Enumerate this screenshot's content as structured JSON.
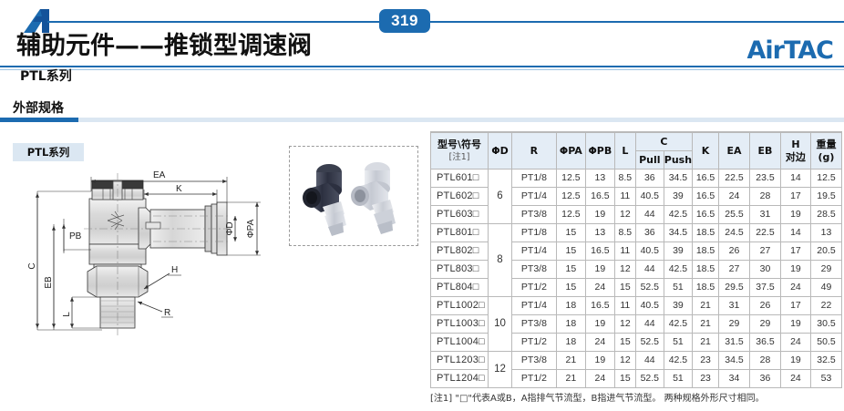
{
  "header": {
    "page_number": "319",
    "title": "辅助元件——推锁型调速阀",
    "subtitle": "PTL系列",
    "brand": "AirTAC",
    "logo_icon": "airtac-a-logo-icon"
  },
  "section": {
    "title": "外部规格",
    "series_tag": "PTL系列"
  },
  "drawing": {
    "labels": {
      "ea": "EA",
      "k": "K",
      "pb": "PB",
      "c": "C",
      "eb": "EB",
      "l": "L",
      "h": "H",
      "r": "R",
      "phi_d": "ΦD",
      "phi_pa": "ΦPA"
    }
  },
  "photo": {
    "alt": "product-photo-two-valves"
  },
  "table": {
    "headers": {
      "model": "型号\\符号",
      "model_note": "[注1]",
      "phi_d": "ΦD",
      "r": "R",
      "phi_pa": "ΦPA",
      "phi_pb": "ΦPB",
      "l": "L",
      "c": "C",
      "c_pull": "Pull",
      "c_push": "Push",
      "k": "K",
      "ea": "EA",
      "eb": "EB",
      "h": "H",
      "h_sub": "对边",
      "weight": "重量",
      "weight_unit": "(g)"
    },
    "groups": [
      {
        "phi_d": "6",
        "rows": [
          {
            "model": "PTL601□",
            "r": "PT1/8",
            "phi_pa": "12.5",
            "phi_pb": "13",
            "l": "8.5",
            "pull": "36",
            "push": "34.5",
            "k": "16.5",
            "ea": "22.5",
            "eb": "23.5",
            "h": "14",
            "weight": "12.5"
          },
          {
            "model": "PTL602□",
            "r": "PT1/4",
            "phi_pa": "12.5",
            "phi_pb": "16.5",
            "l": "11",
            "pull": "40.5",
            "push": "39",
            "k": "16.5",
            "ea": "24",
            "eb": "28",
            "h": "17",
            "weight": "19.5"
          },
          {
            "model": "PTL603□",
            "r": "PT3/8",
            "phi_pa": "12.5",
            "phi_pb": "19",
            "l": "12",
            "pull": "44",
            "push": "42.5",
            "k": "16.5",
            "ea": "25.5",
            "eb": "31",
            "h": "19",
            "weight": "28.5"
          }
        ]
      },
      {
        "phi_d": "8",
        "rows": [
          {
            "model": "PTL801□",
            "r": "PT1/8",
            "phi_pa": "15",
            "phi_pb": "13",
            "l": "8.5",
            "pull": "36",
            "push": "34.5",
            "k": "18.5",
            "ea": "24.5",
            "eb": "22.5",
            "h": "14",
            "weight": "13"
          },
          {
            "model": "PTL802□",
            "r": "PT1/4",
            "phi_pa": "15",
            "phi_pb": "16.5",
            "l": "11",
            "pull": "40.5",
            "push": "39",
            "k": "18.5",
            "ea": "26",
            "eb": "27",
            "h": "17",
            "weight": "20.5"
          },
          {
            "model": "PTL803□",
            "r": "PT3/8",
            "phi_pa": "15",
            "phi_pb": "19",
            "l": "12",
            "pull": "44",
            "push": "42.5",
            "k": "18.5",
            "ea": "27",
            "eb": "30",
            "h": "19",
            "weight": "29"
          },
          {
            "model": "PTL804□",
            "r": "PT1/2",
            "phi_pa": "15",
            "phi_pb": "24",
            "l": "15",
            "pull": "52.5",
            "push": "51",
            "k": "18.5",
            "ea": "29.5",
            "eb": "37.5",
            "h": "24",
            "weight": "49"
          }
        ]
      },
      {
        "phi_d": "10",
        "rows": [
          {
            "model": "PTL1002□",
            "r": "PT1/4",
            "phi_pa": "18",
            "phi_pb": "16.5",
            "l": "11",
            "pull": "40.5",
            "push": "39",
            "k": "21",
            "ea": "31",
            "eb": "26",
            "h": "17",
            "weight": "22"
          },
          {
            "model": "PTL1003□",
            "r": "PT3/8",
            "phi_pa": "18",
            "phi_pb": "19",
            "l": "12",
            "pull": "44",
            "push": "42.5",
            "k": "21",
            "ea": "29",
            "eb": "29",
            "h": "19",
            "weight": "30.5"
          },
          {
            "model": "PTL1004□",
            "r": "PT1/2",
            "phi_pa": "18",
            "phi_pb": "24",
            "l": "15",
            "pull": "52.5",
            "push": "51",
            "k": "21",
            "ea": "31.5",
            "eb": "36.5",
            "h": "24",
            "weight": "50.5"
          }
        ]
      },
      {
        "phi_d": "12",
        "rows": [
          {
            "model": "PTL1203□",
            "r": "PT3/8",
            "phi_pa": "21",
            "phi_pb": "19",
            "l": "12",
            "pull": "44",
            "push": "42.5",
            "k": "23",
            "ea": "34.5",
            "eb": "28",
            "h": "19",
            "weight": "32.5"
          },
          {
            "model": "PTL1204□",
            "r": "PT1/2",
            "phi_pa": "21",
            "phi_pb": "24",
            "l": "15",
            "pull": "52.5",
            "push": "51",
            "k": "23",
            "ea": "34",
            "eb": "36",
            "h": "24",
            "weight": "53"
          }
        ]
      }
    ]
  },
  "footnote": "[注1] \"□\"代表A或B，A指排气节流型，B指进气节流型。 两种规格外形尺寸相同。",
  "colors": {
    "brand_blue": "#1c6bb0",
    "header_fill": "#e4edf6",
    "tag_fill": "#dbe7f2",
    "border_gray": "#b9b9b9"
  }
}
